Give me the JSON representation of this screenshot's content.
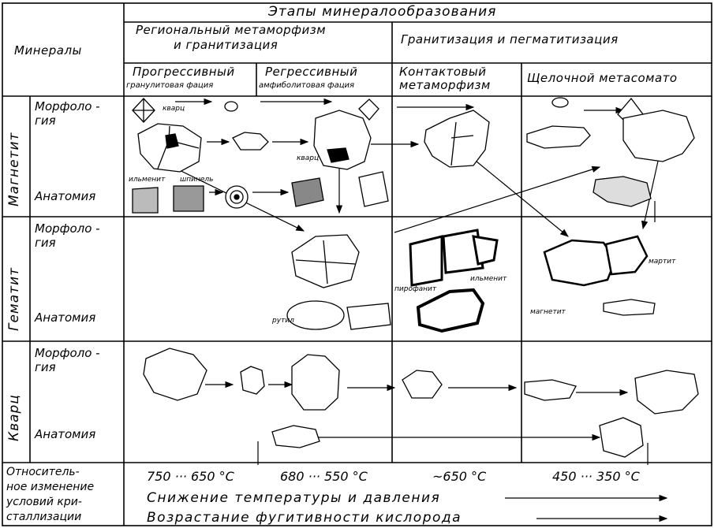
{
  "header": {
    "minerals_col": "Минералы",
    "stages_title": "Этапы минералообразования",
    "regional": "Региональный метаморфизм и гранитизация",
    "regional_line1": "Региональный метаморфизм",
    "regional_line2": "и гранитизация",
    "granitization": "Гранитизация и пегматитизация",
    "stages": [
      {
        "line1": "Прогрессивный",
        "line2": "гранулитовая фация"
      },
      {
        "line1": "Регрессивный",
        "line2": "амфиболитовая фация"
      },
      {
        "line1": "Контактовый",
        "line2": "метаморфизм"
      },
      {
        "line1": "Щелочной метасомато",
        "line2": ""
      }
    ]
  },
  "minerals": [
    {
      "name": "Магнетит",
      "rows": [
        "Морфоло-гия",
        "Анатомия"
      ]
    },
    {
      "name": "Гематит",
      "rows": [
        "Морфоло-гия",
        "Анатомия"
      ]
    },
    {
      "name": "Кварц",
      "rows": [
        "Морфоло-гия",
        "Анатомия"
      ]
    }
  ],
  "row_labels": {
    "morph1": "Морфоло -",
    "morph2": "гия",
    "anat": "Анатомия"
  },
  "sketch_labels": {
    "kvarc": "кварц",
    "ilmenit": "ильменит",
    "shpinel": "шпинель",
    "rutil": "рутил",
    "pirofanit": "пирофанит",
    "ilmenit2": "ильменит",
    "martit": "мартит",
    "magnetit": "магнетит"
  },
  "conditions": {
    "label_lines": [
      "Относитель-",
      "ное изменение",
      "условий кри-",
      "сталлизации"
    ],
    "temperatures": [
      "750 ··· 650 °C",
      "680 ··· 550 °C",
      "~650 °C",
      "450 ··· 350 °C"
    ],
    "trend1": "Снижение температуры и давления",
    "trend2": "Возрастание фугитивности кислорода"
  }
}
